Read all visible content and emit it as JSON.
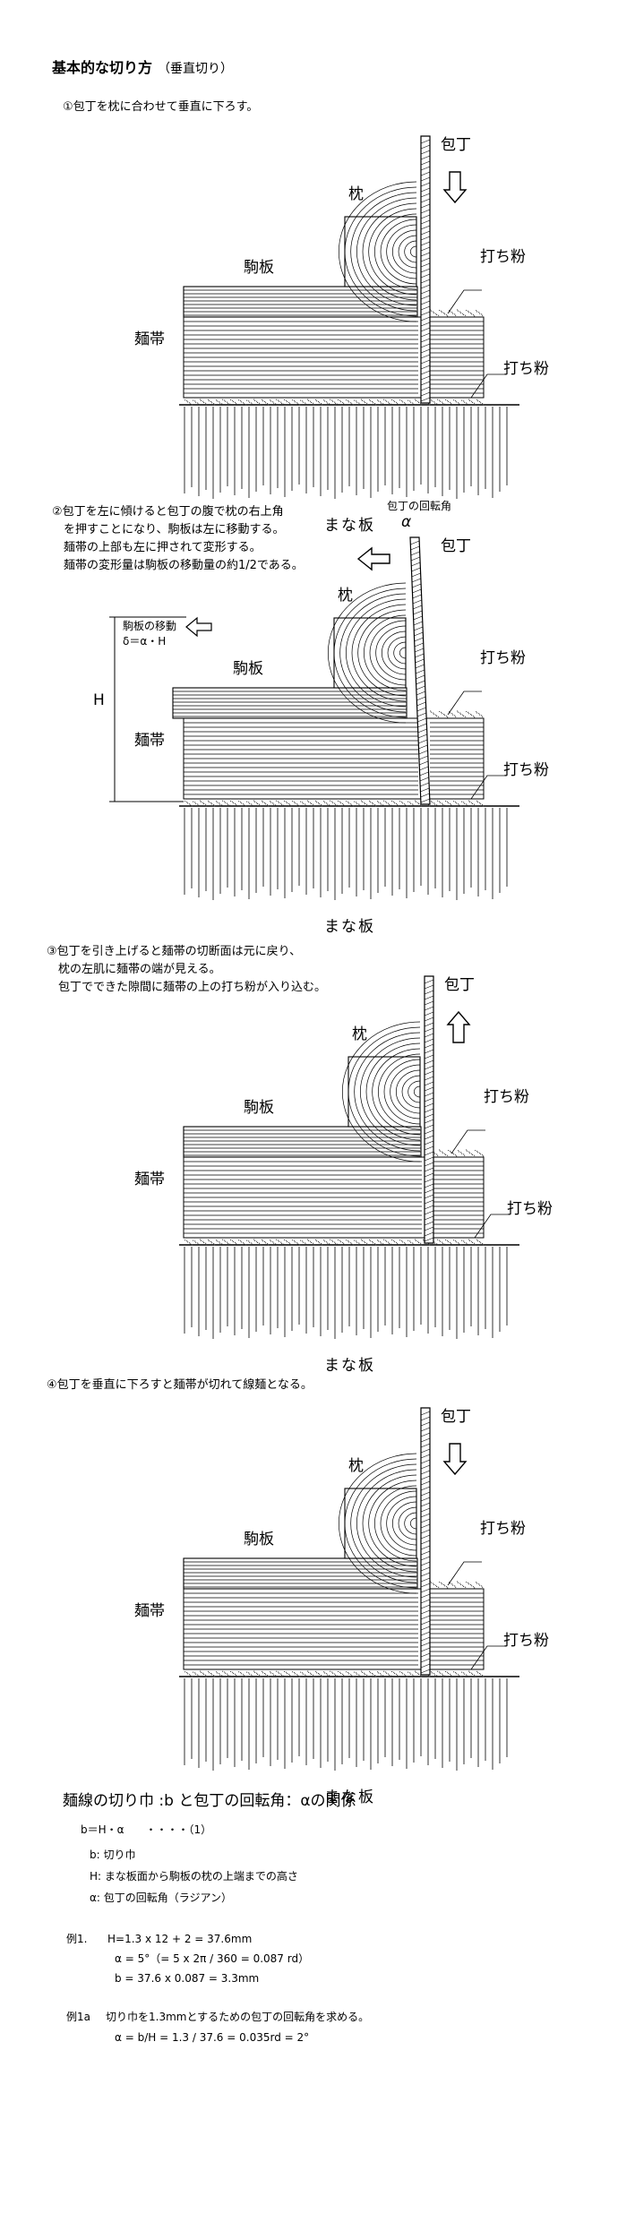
{
  "title": "基本的な切り方",
  "subtitle": "（垂直切り）",
  "labels": {
    "makura": "枕",
    "houchou": "包丁",
    "komaita": "駒板",
    "uchiko": "打ち粉",
    "mentai": "麺帯",
    "manaita": "まな板"
  },
  "steps": [
    {
      "lines": [
        "①包丁を枕に合わせて垂直に下ろす。"
      ]
    },
    {
      "lines": [
        "②包丁を左に傾けると包丁の腹で枕の右上角",
        "　を押すことになり、駒板は左に移動する。",
        "　麺帯の上部も左に押されて変形する。",
        "　麺帯の変形量は駒板の移動量の約1/2である。"
      ],
      "rotation_label": "包丁の回転角",
      "alpha": "α",
      "move_label": "駒板の移動",
      "move_formula": "δ＝α・H",
      "H": "H"
    },
    {
      "lines": [
        "③包丁を引き上げると麺帯の切断面は元に戻り、",
        "　枕の左肌に麺帯の端が見える。",
        "　包丁でできた隙間に麺帯の上の打ち粉が入り込む。"
      ]
    },
    {
      "lines": [
        "④包丁を垂直に下ろすと麺帯が切れて線麺となる。"
      ]
    }
  ],
  "formula": {
    "heading": "麺線の切り巾 :b と包丁の回転角：αの関係",
    "eq": "b＝H・α　　・・・・（1）",
    "defs": [
      "b: 切り巾",
      "H: まな板面から駒板の枕の上端までの高さ",
      "α: 包丁の回転角（ラジアン）"
    ],
    "ex1_label": "例1.",
    "ex1": [
      "H=1.3 x 12 + 2 = 37.6mm",
      "α = 5°（= 5 x 2π / 360 = 0.087 rd）",
      "b = 37.6 x 0.087 = 3.3mm"
    ],
    "ex1a_label": "例1a",
    "ex1a": [
      "切り巾を1.3mmとするための包丁の回転角を求める。",
      "α = b/H = 1.3 / 37.6 = 0.035rd = 2°"
    ]
  }
}
